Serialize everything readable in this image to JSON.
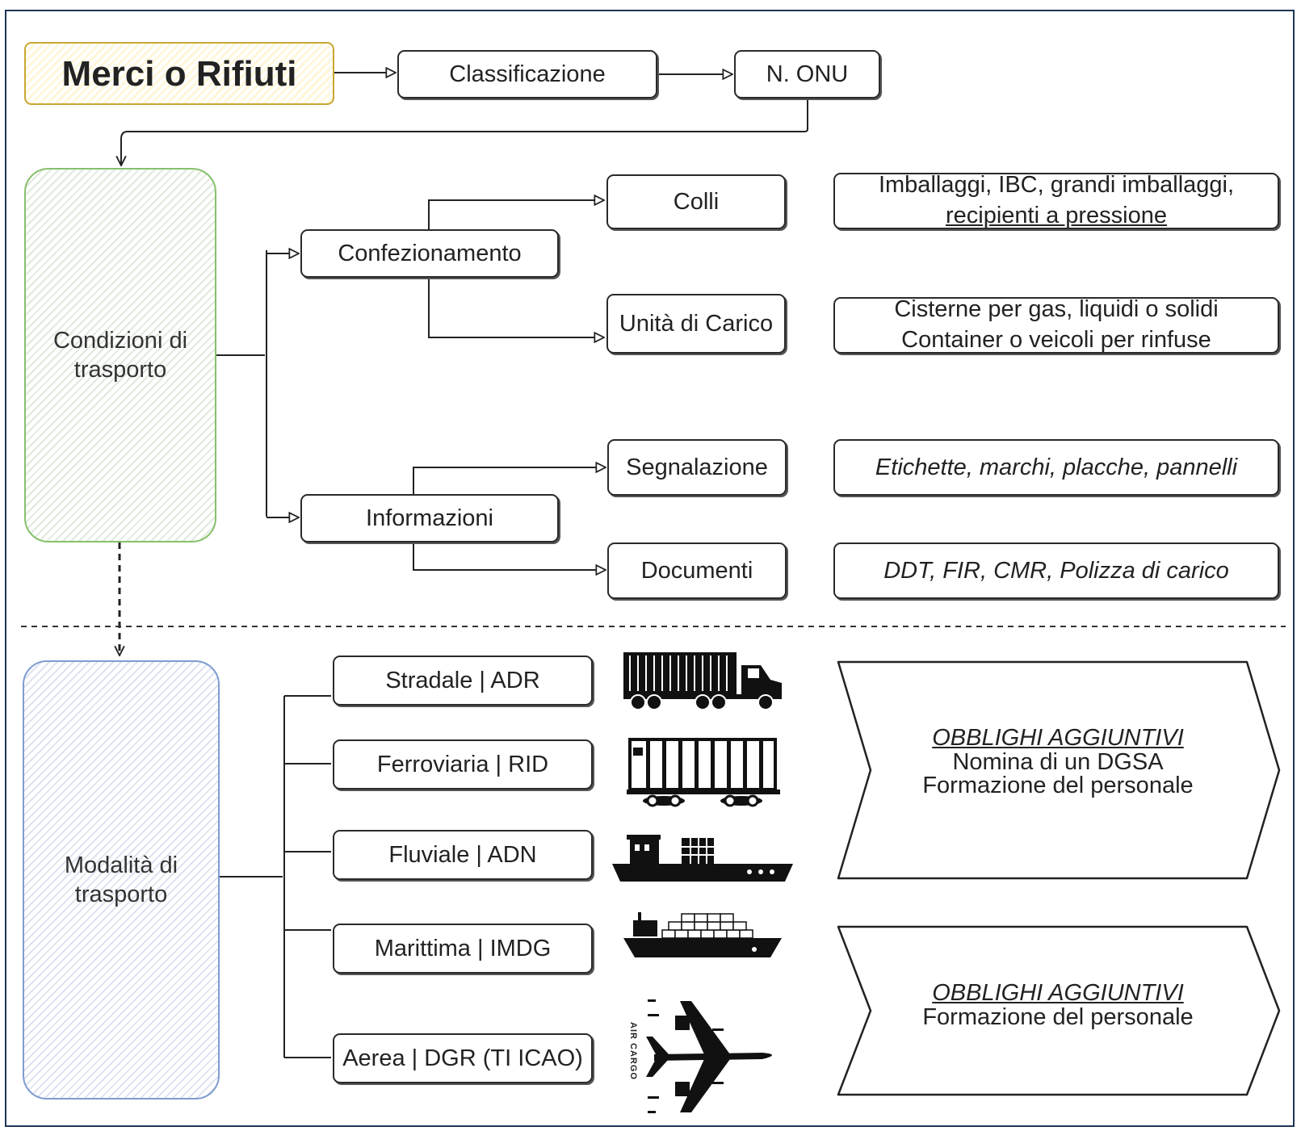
{
  "header": {
    "title": "Merci o Rifiuti",
    "classification": "Classificazione",
    "un_number": "N. ONU"
  },
  "conditions": {
    "label_line1": "Condizioni di",
    "label_line2": "trasporto",
    "packaging": {
      "label": "Confezionamento",
      "packages": {
        "label": "Colli",
        "detail_line1": "Imballaggi, IBC, grandi imballaggi,",
        "detail_line2": "recipienti a pressione"
      },
      "load_units": {
        "label": "Unità di Carico",
        "detail_line1": "Cisterne per gas, liquidi o solidi",
        "detail_line2": "Container o veicoli per rinfuse"
      }
    },
    "information": {
      "label": "Informazioni",
      "signalling": {
        "label": "Segnalazione",
        "detail": "Etichette, marchi, placche, pannelli"
      },
      "documents": {
        "label": "Documenti",
        "detail": "DDT, FIR, CMR, Polizza di carico"
      }
    }
  },
  "modes": {
    "label_line1": "Modalità di",
    "label_line2": "trasporto",
    "items": [
      {
        "label": "Stradale | ADR",
        "icon": "truck-icon"
      },
      {
        "label": "Ferroviaria | RID",
        "icon": "rail-wagon-icon"
      },
      {
        "label": "Fluviale | ADN",
        "icon": "river-boat-icon"
      },
      {
        "label": "Marittima | IMDG",
        "icon": "container-ship-icon"
      },
      {
        "label": "Aerea | DGR (TI ICAO)",
        "icon": "air-cargo-plane-icon"
      }
    ],
    "air_icon_text": "AIR CARGO"
  },
  "obligations": [
    {
      "heading": "OBBLIGHI AGGIUNTIVI",
      "line1": "Nomina di un DGSA",
      "line2": "Formazione del personale"
    },
    {
      "heading": "OBBLIGHI AGGIUNTIVI",
      "line1": "Formazione del personale"
    }
  ],
  "colors": {
    "frame": "#1f3556",
    "title_border": "#c9a633",
    "conditions_border": "#86c06c",
    "modes_border": "#7f9cd0"
  }
}
